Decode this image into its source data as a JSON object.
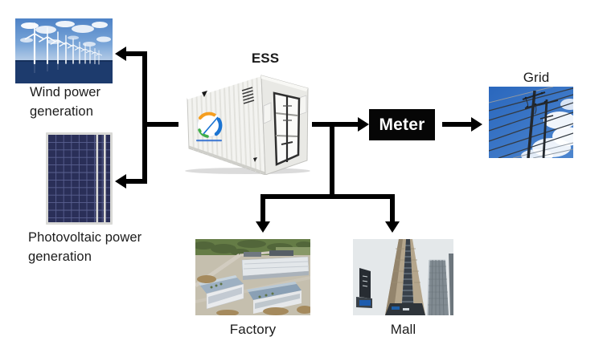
{
  "diagram": {
    "ess": {
      "label": "ESS"
    },
    "meter": {
      "label": "Meter"
    },
    "wind": {
      "label": "Wind power\ngeneration"
    },
    "pv": {
      "label": "Photovoltaic power\ngeneration"
    },
    "grid": {
      "label": "Grid"
    },
    "factory": {
      "label": "Factory"
    },
    "mall": {
      "label": "Mall"
    },
    "colors": {
      "arrow": "#000000",
      "meter_bg": "#060606",
      "meter_text": "#ffffff",
      "label_text": "#1b1b1b"
    },
    "images": {
      "wind": "offshore-wind-turbines-photo",
      "pv": "solar-panel-photo",
      "ess": "battery-storage-container-photo",
      "grid": "power-transmission-lines-photo",
      "factory": "industrial-park-aerial-photo",
      "mall": "skyscraper-buildings-photo"
    }
  }
}
